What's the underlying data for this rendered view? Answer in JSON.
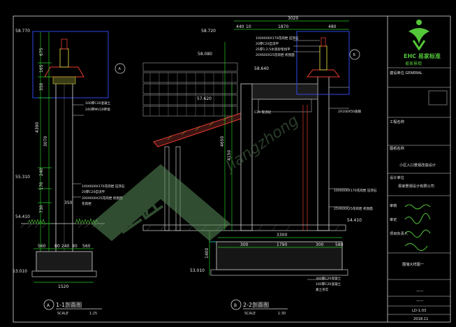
{
  "drawing": {
    "colors": {
      "background": "#000000",
      "frame": "#d9d9d9",
      "walls": "#b0b0b0",
      "dims": "#26c926",
      "roof": "#e63b2e",
      "hatch": "#d6d23c",
      "notes": "#e6e6e6",
      "blue_box": "#2f49e8",
      "cyan": "#2fd6d6",
      "logo_green": "#54c63a",
      "watermark": "#5a8c5a"
    },
    "section_a": {
      "label": "1-1剖面图",
      "marker": "A",
      "scale_word": "SCALE",
      "scale": "1:25",
      "elevations": {
        "top": "58.770",
        "mid": "55.310",
        "ground": "54.410",
        "base": "53.010"
      },
      "dims_v": [
        "675",
        "165",
        "350",
        "4390",
        "3070",
        "240",
        "170",
        "350",
        "730"
      ],
      "dims_h": [
        "560",
        "80",
        "240",
        "80",
        "560",
        "1520"
      ],
      "callout_mark": "A",
      "notes": [
        "100厚C20混凝土",
        "240厚MU10砖墙",
        "100X600X170花岗岩 压顶石",
        "20厚C20自流平",
        "200X600X25花岗岩 机刨面",
        "花岗岩"
      ]
    },
    "section_b": {
      "label": "2-2剖面图",
      "marker": "B",
      "scale_word": "SCALE",
      "scale": "1:30",
      "elevations": {
        "top": "58.720",
        "upper": "58.080",
        "ridge": "58.640",
        "eave": "57.620",
        "ground": "54.410",
        "base": "53.010"
      },
      "dims_top": [
        "3020",
        "440",
        "10",
        "1870",
        "480"
      ],
      "dims_v": [
        "4650",
        "4150",
        "1400"
      ],
      "dims_bottom": [
        "3300",
        "300",
        "1790",
        "300",
        "580"
      ],
      "callout_mark": "B",
      "notes": [
        "100X600X170花岗岩 压顶石",
        "20厚C20自流平",
        "25厚1:2.5水泥砂浆找平",
        "20X600X25花岗岩 机刨面",
        "C20 现浇砼",
        "2X100X50角钢",
        "100X600X170花岗岩 压顶石",
        "25X600X25花岗岩 机刨面",
        "300厚C20混凝土",
        "100厚C20混凝土",
        "素土夯实"
      ]
    },
    "watermark": {
      "main": "工匠",
      "sub": "Jiangzhong"
    },
    "title_block": {
      "logo_text": "EHC 易家标准",
      "company": "易家景观",
      "rows": [
        "建设单位 GENERAL",
        "工程名称",
        "图纸名称",
        "设计单位",
        "审核",
        "审定",
        "项目负责人"
      ],
      "project": "小区入口景观改造设计",
      "designer": "易家景观设计有限公司",
      "sheet_title": "围墙大样图一",
      "drawing_no": "LD-1.03",
      "date": "2018.11",
      "dash": "——"
    }
  }
}
